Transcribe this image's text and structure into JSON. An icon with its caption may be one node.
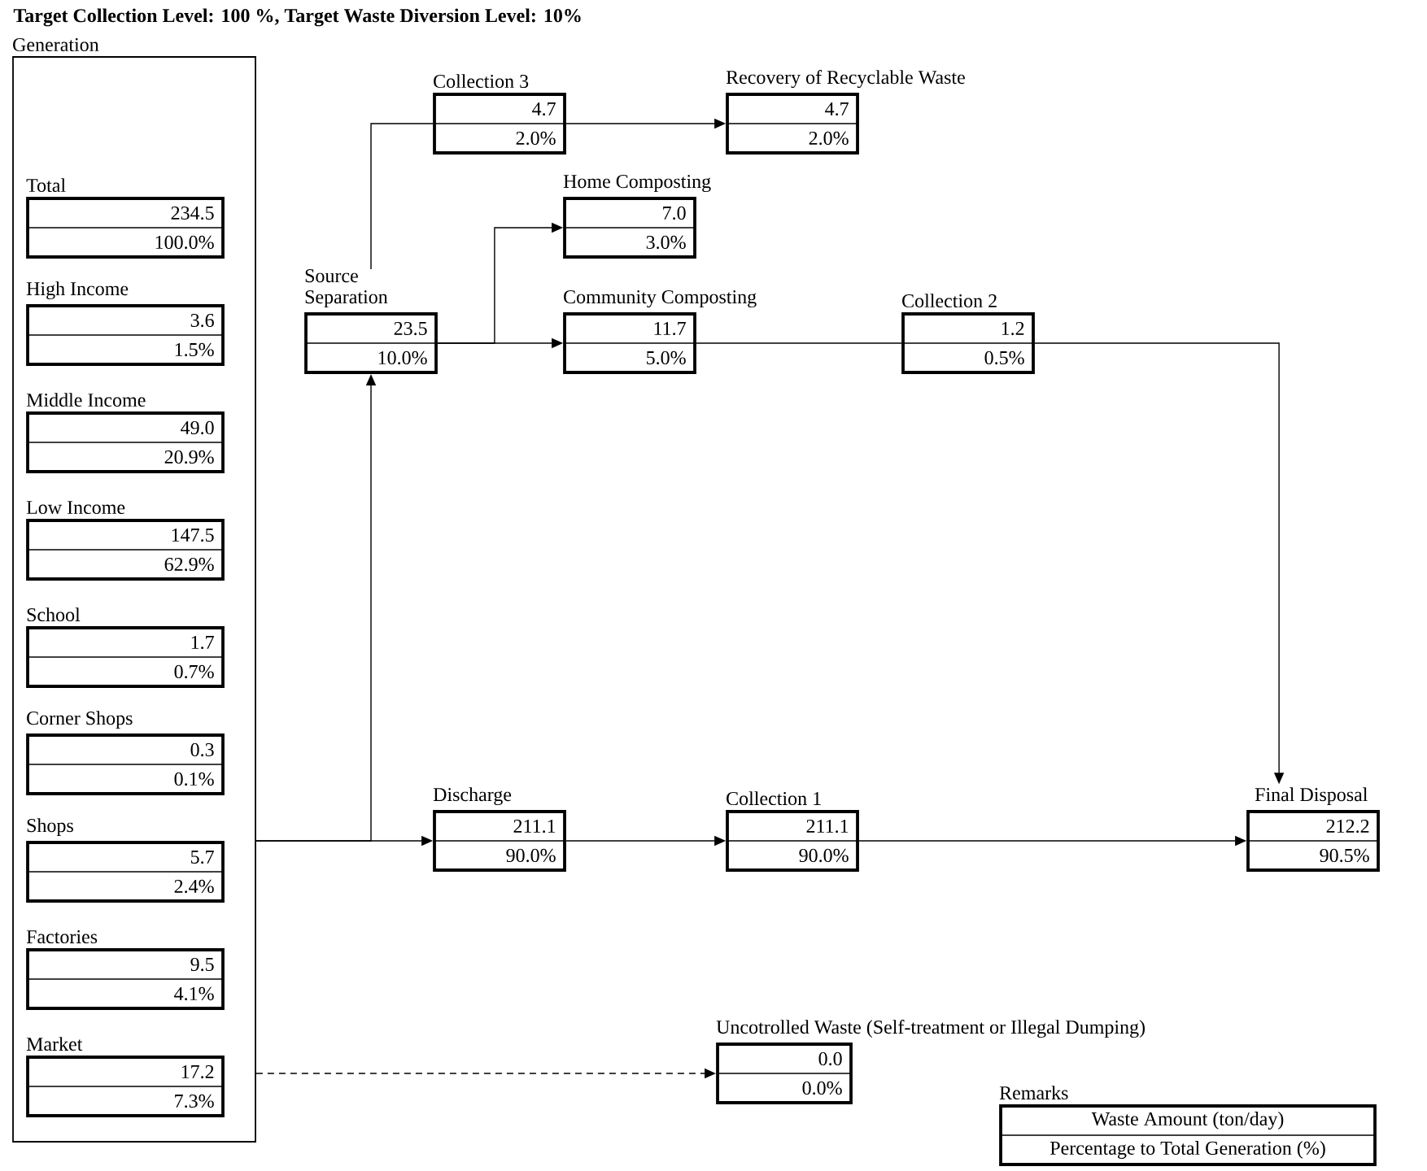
{
  "diagram": {
    "title": "Target Collection Level: 100 %, Target Waste Diversion Level: 10%",
    "nodes": [
      {
        "text": [
          "Generation"
        ]
      },
      {
        "text": [
          "Total",
          "234.5",
          "100.0%"
        ],
        "in": 0
      },
      {
        "text": [
          "High Income",
          "3.6",
          "1.5%"
        ],
        "in": 0
      },
      {
        "text": [
          "Middle Income",
          "49.0",
          "20.9%"
        ],
        "in": 0
      },
      {
        "text": [
          "Low Income",
          "147.5",
          "62.9%"
        ],
        "in": 0
      },
      {
        "text": [
          "School",
          "1.7",
          "0.7%"
        ],
        "in": 0
      },
      {
        "text": [
          "Corner Shops",
          "0.3",
          "0.1%"
        ],
        "in": 0
      },
      {
        "text": [
          "Shops",
          "5.7",
          "2.4%"
        ],
        "in": 0
      },
      {
        "text": [
          "Factories",
          "9.5",
          "4.1%"
        ],
        "in": 0
      },
      {
        "text": [
          "Market",
          "17.2",
          "7.3%"
        ],
        "in": 0
      },
      {
        "text": [
          "Source Separation",
          "23.5",
          "10.0%"
        ]
      },
      {
        "text": [
          "Collection 3",
          "4.7",
          "2.0%"
        ]
      },
      {
        "text": [
          "Recovery of Recyclable Waste",
          "4.7",
          "2.0%"
        ]
      },
      {
        "text": [
          "Home Composting",
          "7.0",
          "3.0%"
        ]
      },
      {
        "text": [
          "Community Composting",
          "11.7",
          "5.0%"
        ]
      },
      {
        "text": [
          "Collection 2",
          "1.2",
          "0.5%"
        ]
      },
      {
        "text": [
          "Discharge",
          "211.1",
          "90.0%"
        ]
      },
      {
        "text": [
          "Collection 1",
          "211.1",
          "90.0%"
        ]
      },
      {
        "text": [
          "Final Disposal",
          "212.2",
          "90.5%"
        ]
      },
      {
        "text": [
          "Uncotrolled Waste (Self-treatment or Illegal Dumping)",
          "0.0",
          "0.0%"
        ]
      },
      {
        "text": [
          "Remarks",
          "Waste Amount (ton/day)",
          "Percentage to Total Generation (%)"
        ]
      }
    ],
    "edges": [
      {
        "from": 0,
        "to": 16,
        "arrow": "to"
      },
      {
        "from": 0,
        "to": 10,
        "arrow": "to"
      },
      {
        "from": 10,
        "to": 11,
        "arrow": "none"
      },
      {
        "from": 11,
        "to": 12,
        "arrow": "to"
      },
      {
        "from": 10,
        "to": 13,
        "arrow": "to"
      },
      {
        "from": 10,
        "to": 14,
        "arrow": "to"
      },
      {
        "from": 14,
        "to": 15,
        "arrow": "none"
      },
      {
        "from": 15,
        "to": 18,
        "arrow": "to"
      },
      {
        "from": 16,
        "to": 17,
        "arrow": "to"
      },
      {
        "from": 17,
        "to": 18,
        "arrow": "to"
      },
      {
        "from": 0,
        "to": 19,
        "arrow": "to",
        "style": "dashed"
      }
    ]
  }
}
